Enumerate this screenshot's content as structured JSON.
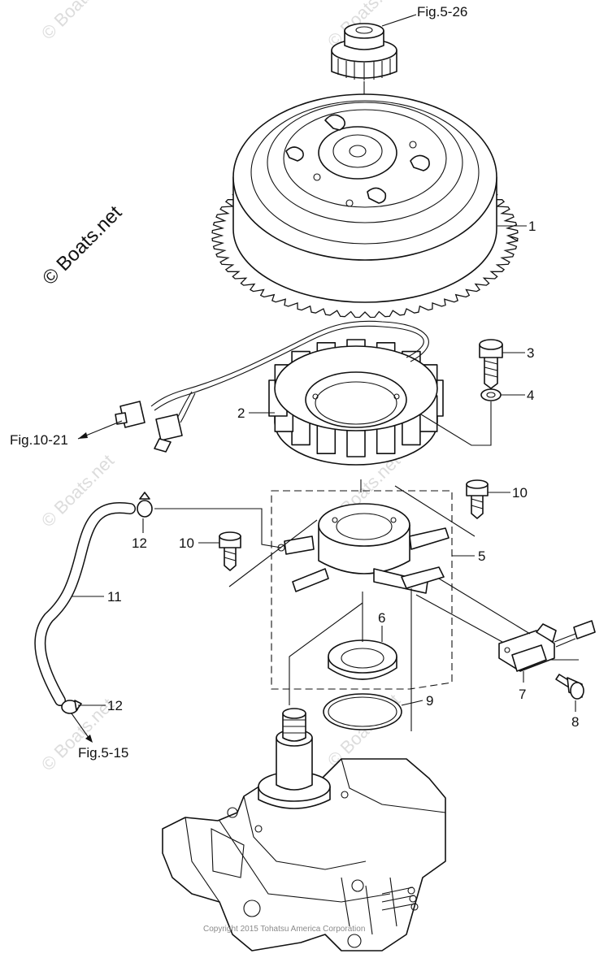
{
  "references": {
    "top": "Fig.5-26",
    "left_connector": "Fig.10-21",
    "bottom_left": "Fig.5-15"
  },
  "callouts": {
    "c1": "1",
    "c2": "2",
    "c3": "3",
    "c4": "4",
    "c5": "5",
    "c6": "6",
    "c7": "7",
    "c8": "8",
    "c9": "9",
    "c10a": "10",
    "c10b": "10",
    "c11": "11",
    "c12a": "12",
    "c12b": "12"
  },
  "watermark": {
    "main": "© Boats.net",
    "faint": "© Boats.net"
  },
  "copyright": "Copyright 2015 Tohatsu America Corporation",
  "colors": {
    "line": "#111111",
    "watermark": "#dcdcdc",
    "background": "#ffffff"
  }
}
